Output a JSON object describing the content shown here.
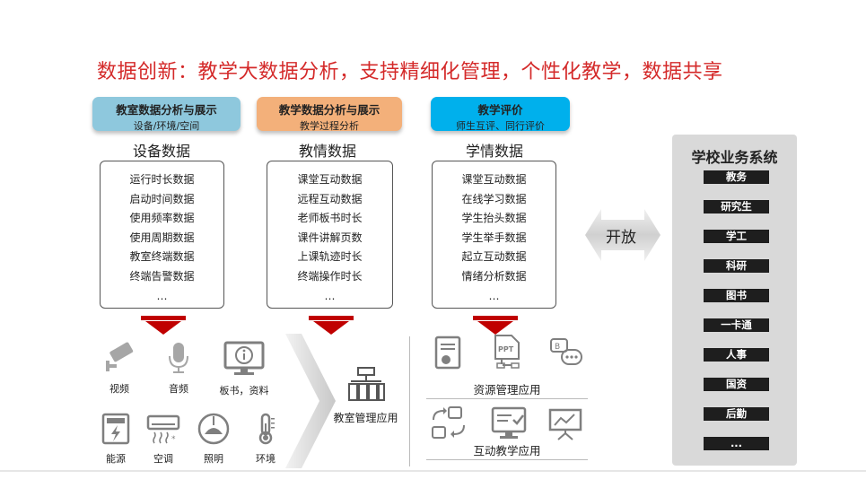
{
  "title": "数据创新：教学大数据分析，支持精细化管理，个性化教学，数据共享",
  "columns": [
    {
      "tag_line1": "教室数据分析与展示",
      "tag_line2": "设备/环境/空间",
      "heading": "设备数据",
      "items": [
        "运行时长数据",
        "启动时间数据",
        "使用频率数据",
        "使用周期数据",
        "教室终端数据",
        "终端告警数据",
        "…"
      ]
    },
    {
      "tag_line1": "教学数据分析与展示",
      "tag_line2": "教学过程分析",
      "heading": "教情数据",
      "items": [
        "课堂互动数据",
        "远程互动数据",
        "老师板书时长",
        "课件讲解页数",
        "上课轨迹时长",
        "终端操作时长",
        "…"
      ]
    },
    {
      "tag_line1": "教学评价",
      "tag_line2": "师生互评、同行评价",
      "heading": "学情数据",
      "items": [
        "课堂互动数据",
        "在线学习数据",
        "学生抬头数据",
        "学生举手数据",
        "起立互动数据",
        "情绪分析数据",
        "…"
      ]
    }
  ],
  "devices": {
    "row1": [
      "视频",
      "音频",
      "板书，资料"
    ],
    "row2": [
      "能源",
      "空调",
      "照明",
      "环境"
    ]
  },
  "classroom_app": "教室管理应用",
  "resource_app": "资源管理应用",
  "interactive_app": "互动教学应用",
  "open_label": "开放",
  "school_systems": {
    "title": "学校业务系统",
    "items": [
      "教务",
      "研究生",
      "学工",
      "科研",
      "图书",
      "一卡通",
      "人事",
      "国资",
      "后勤",
      "..."
    ]
  },
  "colors": {
    "title": "#d42a2a",
    "tag_blue": "#8ec8dd",
    "tag_orange": "#f3b07a",
    "tag_cyan": "#00b0ec",
    "arrow_red": "#c00000",
    "icon_gray": "#7f7f7f"
  }
}
